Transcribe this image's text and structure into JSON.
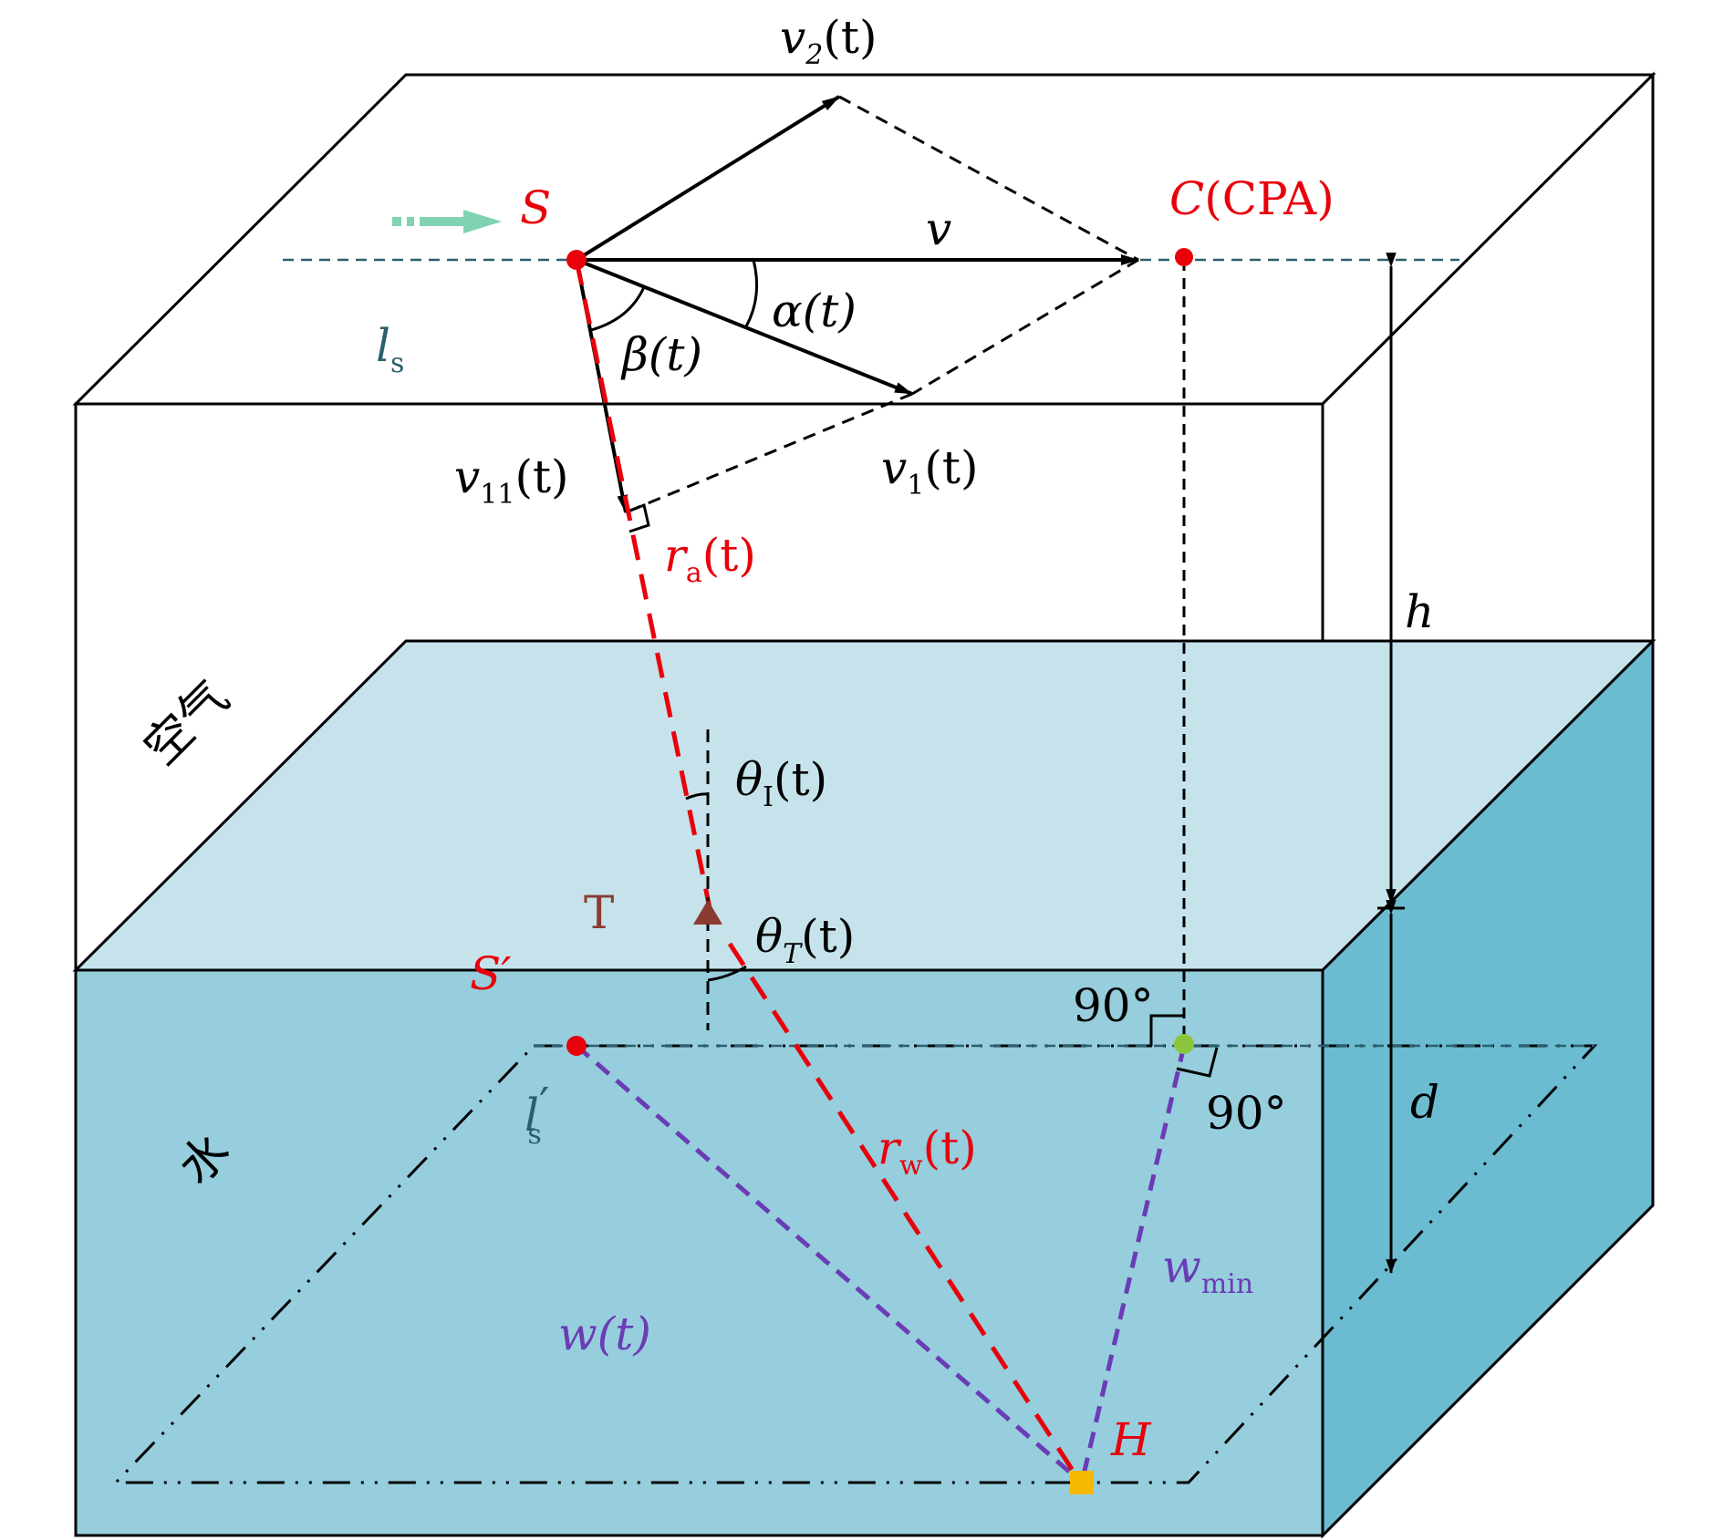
{
  "colors": {
    "accent_red": "#e8000b",
    "box_edge": "#000000",
    "air_top_face": "#c6e3ec",
    "water_front": "#96cedd",
    "water_side": "#6bbcd0",
    "track_line": "#2b5f6e",
    "purple": "#6a3cb5",
    "green_point": "#8cc63f",
    "hydrophone": "#f5b800",
    "target_marker": "#8b3a32",
    "arrow_green": "#7fd3b0"
  },
  "labels": {
    "v2": "v",
    "v2_sub": "2",
    "v2_arg": "(t)",
    "S": "S",
    "C": "C",
    "C_suffix": "(CPA)",
    "v": "v",
    "alpha": "α(t)",
    "beta": "β(t)",
    "ls": "l",
    "ls_sub": "s",
    "v11": "v",
    "v11_sub": "11",
    "v11_arg": "(t)",
    "v1": "v",
    "v1_sub": "1",
    "v1_arg": "(t)",
    "ra": "r",
    "ra_sub": "a",
    "ra_arg": "(t)",
    "h": "h",
    "air": "空气",
    "thetaI": "θ",
    "thetaI_sub": "I",
    "thetaI_arg": "(t)",
    "T": "T",
    "thetaT": "θ",
    "thetaT_sub": "T",
    "thetaT_arg": "(t)",
    "S_prime": "S′",
    "right_angle_1": "90°",
    "right_angle_2": "90°",
    "ls_prime": "l",
    "ls_prime_sub": "s",
    "ls_prime_mark": "′",
    "d": "d",
    "water": "水",
    "rw": "r",
    "rw_sub": "w",
    "rw_arg": "(t)",
    "wmin": "w",
    "wmin_sub": "min",
    "w": "w(t)",
    "H": "H"
  }
}
